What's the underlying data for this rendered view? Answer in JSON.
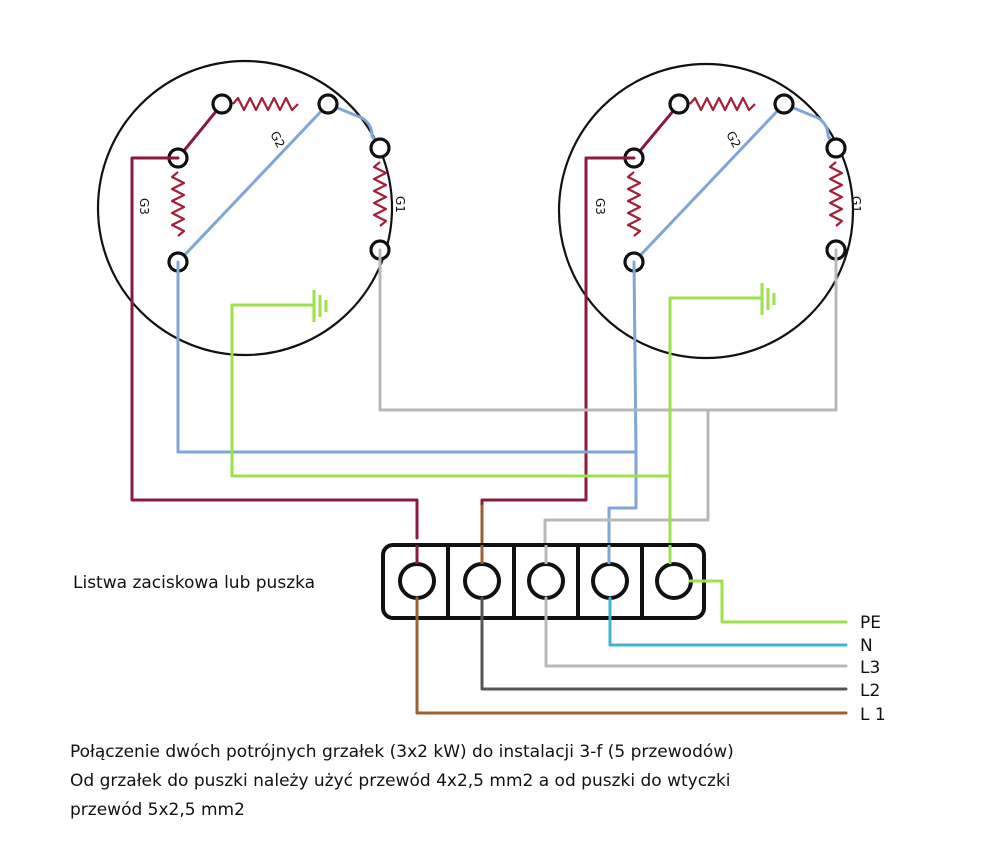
{
  "diagram": {
    "heater_labels": {
      "g1": "G1",
      "g2": "G2",
      "g3": "G3"
    },
    "terminal_block_label": "Listwa zaciskowa lub puszka",
    "outputs": [
      "PE",
      "N",
      "L3",
      "L2",
      "L 1"
    ],
    "notes": [
      "Połączenie dwóch potrójnych grzałek (3x2 kW) do instalacji 3-f (5 przewodów)",
      "Od grzałek do puszki należy użyć przewód  4x2,5 mm2 a od puszki  do wtyczki",
      "przewód 5x2,5 mm2"
    ],
    "colors": {
      "l1": "#9a6134",
      "l2": "#555555",
      "l3": "#b8b8b8",
      "n": "#3fb4d0",
      "pe": "#9ee04a",
      "phase_red": "#8b1a3a",
      "blue_link": "#7fa6d6"
    }
  }
}
